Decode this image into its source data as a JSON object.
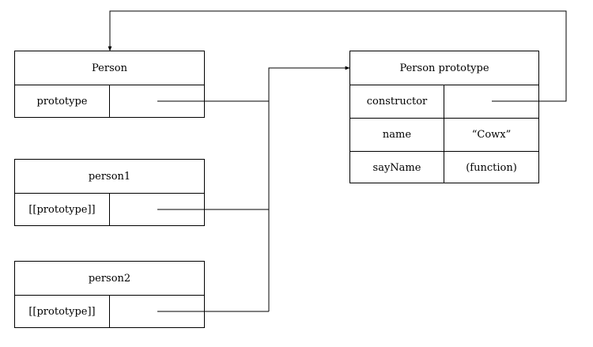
{
  "person": {
    "title": "Person",
    "row_key": "prototype",
    "row_value": ""
  },
  "person1": {
    "title": "person1",
    "row_key": "[[prototype]]",
    "row_value": ""
  },
  "person2": {
    "title": "person2",
    "row_key": "[[prototype]]",
    "row_value": ""
  },
  "person_prototype": {
    "title": "Person prototype",
    "rows": [
      {
        "key": "constructor",
        "value": ""
      },
      {
        "key": "name",
        "value": "“Cowx”"
      },
      {
        "key": "sayName",
        "value": "(function)"
      }
    ]
  },
  "colors": {
    "line": "#000000",
    "background": "#ffffff"
  }
}
